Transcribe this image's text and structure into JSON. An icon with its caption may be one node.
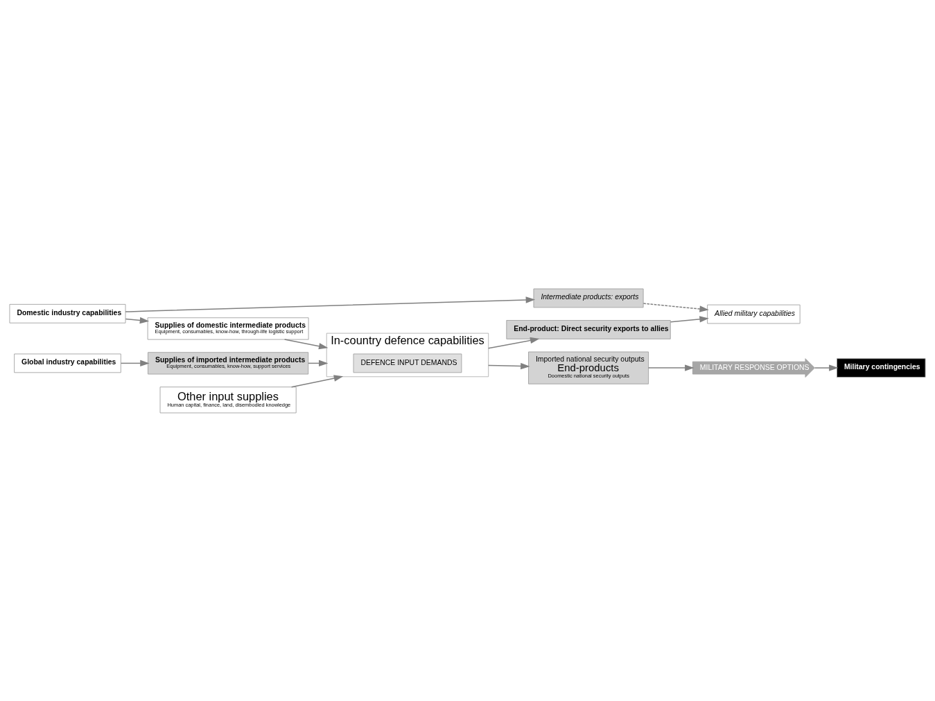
{
  "diagram": {
    "nodes": [
      {
        "text": [
          "Intermediate products: exports"
        ]
      },
      {
        "text": [
          "End-product: Direct security exports to allies"
        ]
      },
      {
        "text": [
          "Allied military capabilities"
        ]
      },
      {
        "text": [
          "Domestic industry capabilities"
        ]
      },
      {
        "text": [
          "Supplies of domestic intermediate products",
          "Equipment, consumables, know-how, through-life logistic support"
        ]
      },
      {
        "text": [
          "In-country defence capabilities"
        ]
      },
      {
        "text": [
          "DEFENCE INPUT DEMANDS"
        ],
        "in": 5
      },
      {
        "text": [
          "Imported national security outputs",
          "End-products",
          "Doomestic national security outputs"
        ]
      },
      {
        "text": [
          "Global industry capabilities"
        ]
      },
      {
        "text": [
          "Supplies of imported intermediate products",
          "Equipment, consumables, know-how, support services"
        ]
      },
      {
        "text": [
          "Other input supplies",
          "Human capital, finance, land, disembodied knowledge"
        ]
      },
      {
        "text": [
          "MILITARY RESPONSE OPTIONS"
        ]
      },
      {
        "text": [
          "Military contingencies"
        ]
      }
    ],
    "edges": [
      {
        "from": 0,
        "to": 2,
        "arrow": "to",
        "style": "dashed"
      },
      {
        "from": 3,
        "to": 0,
        "arrow": "to"
      },
      {
        "from": 5,
        "to": 1,
        "arrow": "to"
      },
      {
        "from": 1,
        "to": 2,
        "arrow": "to"
      },
      {
        "from": 3,
        "to": 4,
        "arrow": "to"
      },
      {
        "from": 4,
        "to": 5,
        "arrow": "to"
      },
      {
        "from": 5,
        "to": 7,
        "arrow": "to"
      },
      {
        "from": 7,
        "to": 11,
        "arrow": "to"
      },
      {
        "from": 11,
        "to": 12,
        "arrow": "to"
      },
      {
        "from": 8,
        "to": 9,
        "arrow": "to"
      },
      {
        "from": 9,
        "to": 5,
        "arrow": "to"
      },
      {
        "from": 10,
        "to": 5,
        "arrow": "to"
      }
    ]
  }
}
